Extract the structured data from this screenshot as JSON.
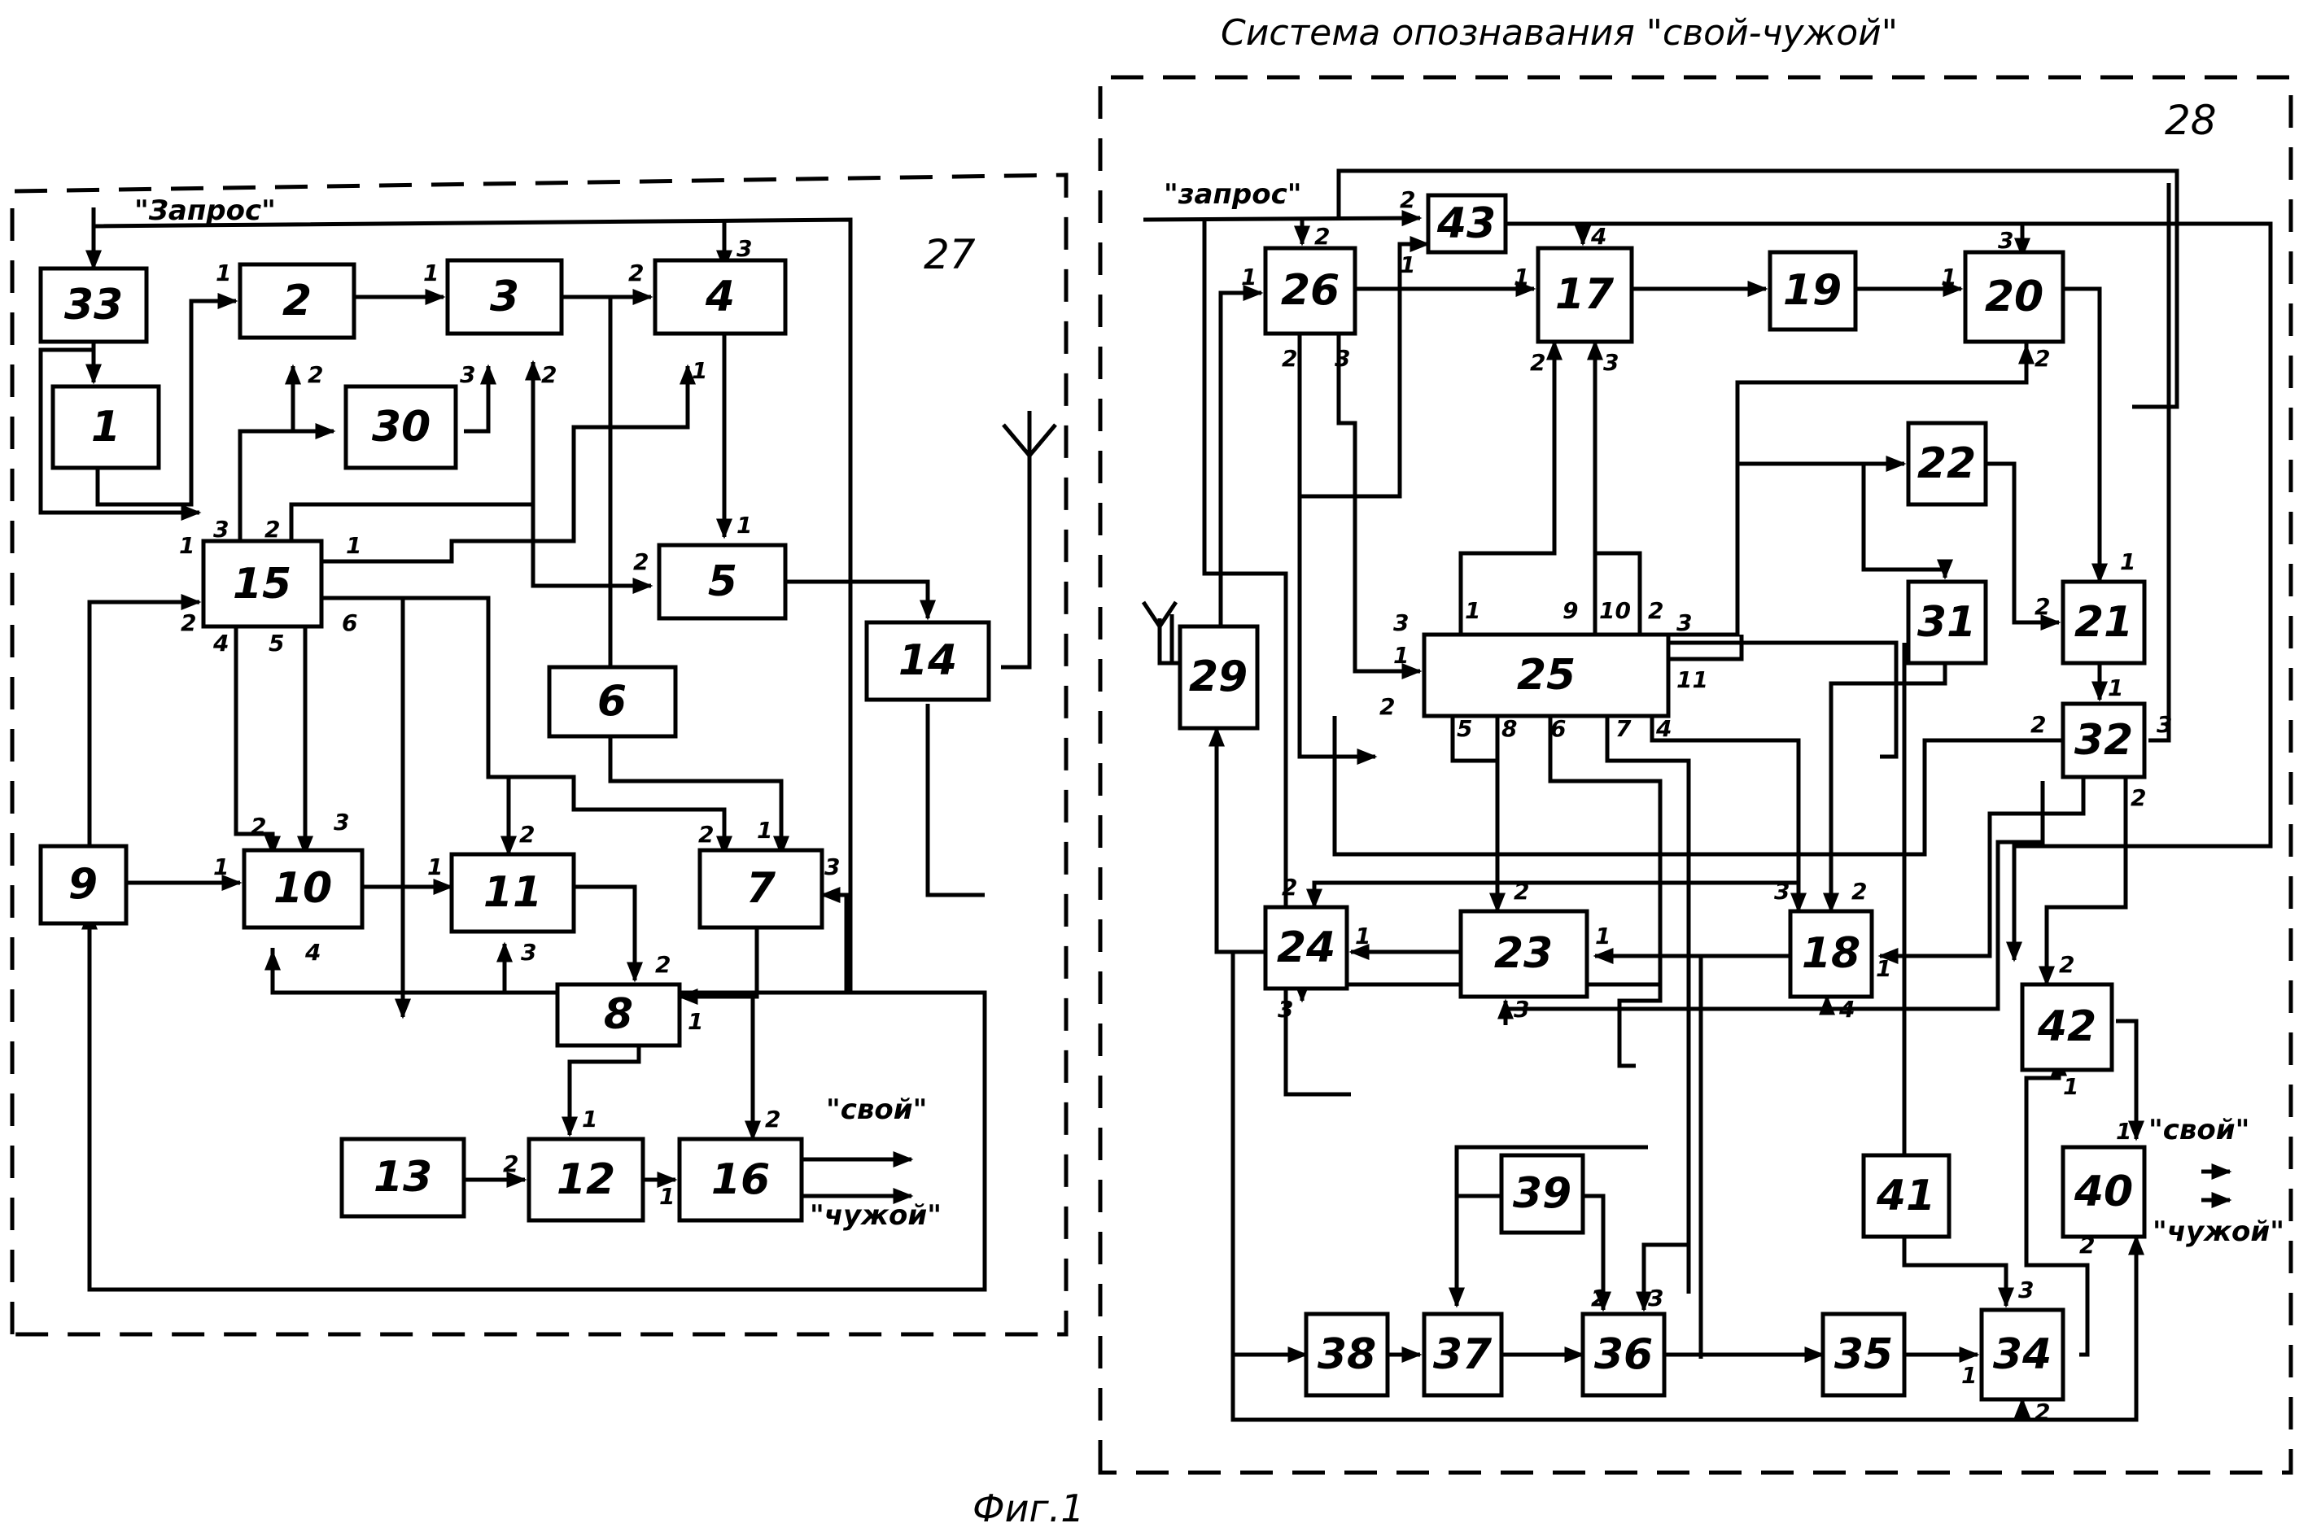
{
  "title": "Система опознавания \"свой-чужой\"",
  "figure_caption": "Фиг.1",
  "units": {
    "left": {
      "number": "27"
    },
    "right": {
      "number": "28"
    }
  },
  "signals": {
    "left_request": "\"Запрос\"",
    "left_own": "\"свой\"",
    "left_foreign": "\"чужой\"",
    "right_request": "\"запрос\"",
    "right_own": "\"свой\"",
    "right_foreign": "\"чужой\""
  },
  "blocks": {
    "b1": "1",
    "b2": "2",
    "b3": "3",
    "b4": "4",
    "b5": "5",
    "b6": "6",
    "b7": "7",
    "b8": "8",
    "b9": "9",
    "b10": "10",
    "b11": "11",
    "b12": "12",
    "b13": "13",
    "b14": "14",
    "b15": "15",
    "b16": "16",
    "b17": "17",
    "b18": "18",
    "b19": "19",
    "b20": "20",
    "b21": "21",
    "b22": "22",
    "b23": "23",
    "b24": "24",
    "b25": "25",
    "b26": "26",
    "b29": "29",
    "b30": "30",
    "b31": "31",
    "b32": "32",
    "b33": "33",
    "b34": "34",
    "b35": "35",
    "b36": "36",
    "b37": "37",
    "b38": "38",
    "b39": "39",
    "b40": "40",
    "b41": "41",
    "b42": "42",
    "b43": "43"
  },
  "ports": {
    "p2_1": "1",
    "p2_2": "2",
    "p3_1": "1",
    "p3_3": "3",
    "p3_2": "2",
    "p4_2": "2",
    "p4_3": "3",
    "p4_1": "1",
    "p5_1": "1",
    "p5_2": "2",
    "p15_1": "1",
    "p15_3": "3",
    "p15_2t": "2",
    "p15_1r": "1",
    "p15_2": "2",
    "p15_4": "4",
    "p15_5": "5",
    "p15_6": "6",
    "p10_1": "1",
    "p10_2": "2",
    "p10_3": "3",
    "p10_4": "4",
    "p11_1": "1",
    "p11_2": "2",
    "p11_3": "3",
    "p7_2": "2",
    "p7_1": "1",
    "p7_3": "3",
    "p8_2": "2",
    "p8_1": "1",
    "p12_1": "1",
    "p12_2": "2",
    "p16_1": "1",
    "p16_2": "2",
    "p26_1": "1",
    "p26_2t": "2",
    "p26_2": "2",
    "p26_3": "3",
    "p43_2": "2",
    "p43_1": "1",
    "p17_1": "1",
    "p17_4": "4",
    "p17_2": "2",
    "p17_3": "3",
    "p20_1": "1",
    "p20_3": "3",
    "p20_2": "2",
    "p21_1": "1",
    "p21_2": "2",
    "p32_1": "1",
    "p32_2": "2",
    "p32_3": "3",
    "p32_2b": "2",
    "p25_3l": "3",
    "p25_1l": "1",
    "p25_2l": "2",
    "p25_1": "1",
    "p25_9": "9",
    "p25_10": "10",
    "p25_2": "2",
    "p25_3r": "3",
    "p25_11": "11",
    "p25_5": "5",
    "p25_8": "8",
    "p25_6": "6",
    "p25_7": "7",
    "p25_4": "4",
    "p24_1": "1",
    "p24_2": "2",
    "p24_3": "3",
    "p23_1": "1",
    "p23_2": "2",
    "p23_3": "3",
    "p18_3": "3",
    "p18_2": "2",
    "p18_1": "1",
    "p18_4": "4",
    "p42_2": "2",
    "p42_1": "1",
    "p40_1": "1",
    "p40_2": "2",
    "p36_2": "2",
    "p36_3": "3",
    "p34_1": "1",
    "p34_2": "2",
    "p34_3": "3"
  }
}
